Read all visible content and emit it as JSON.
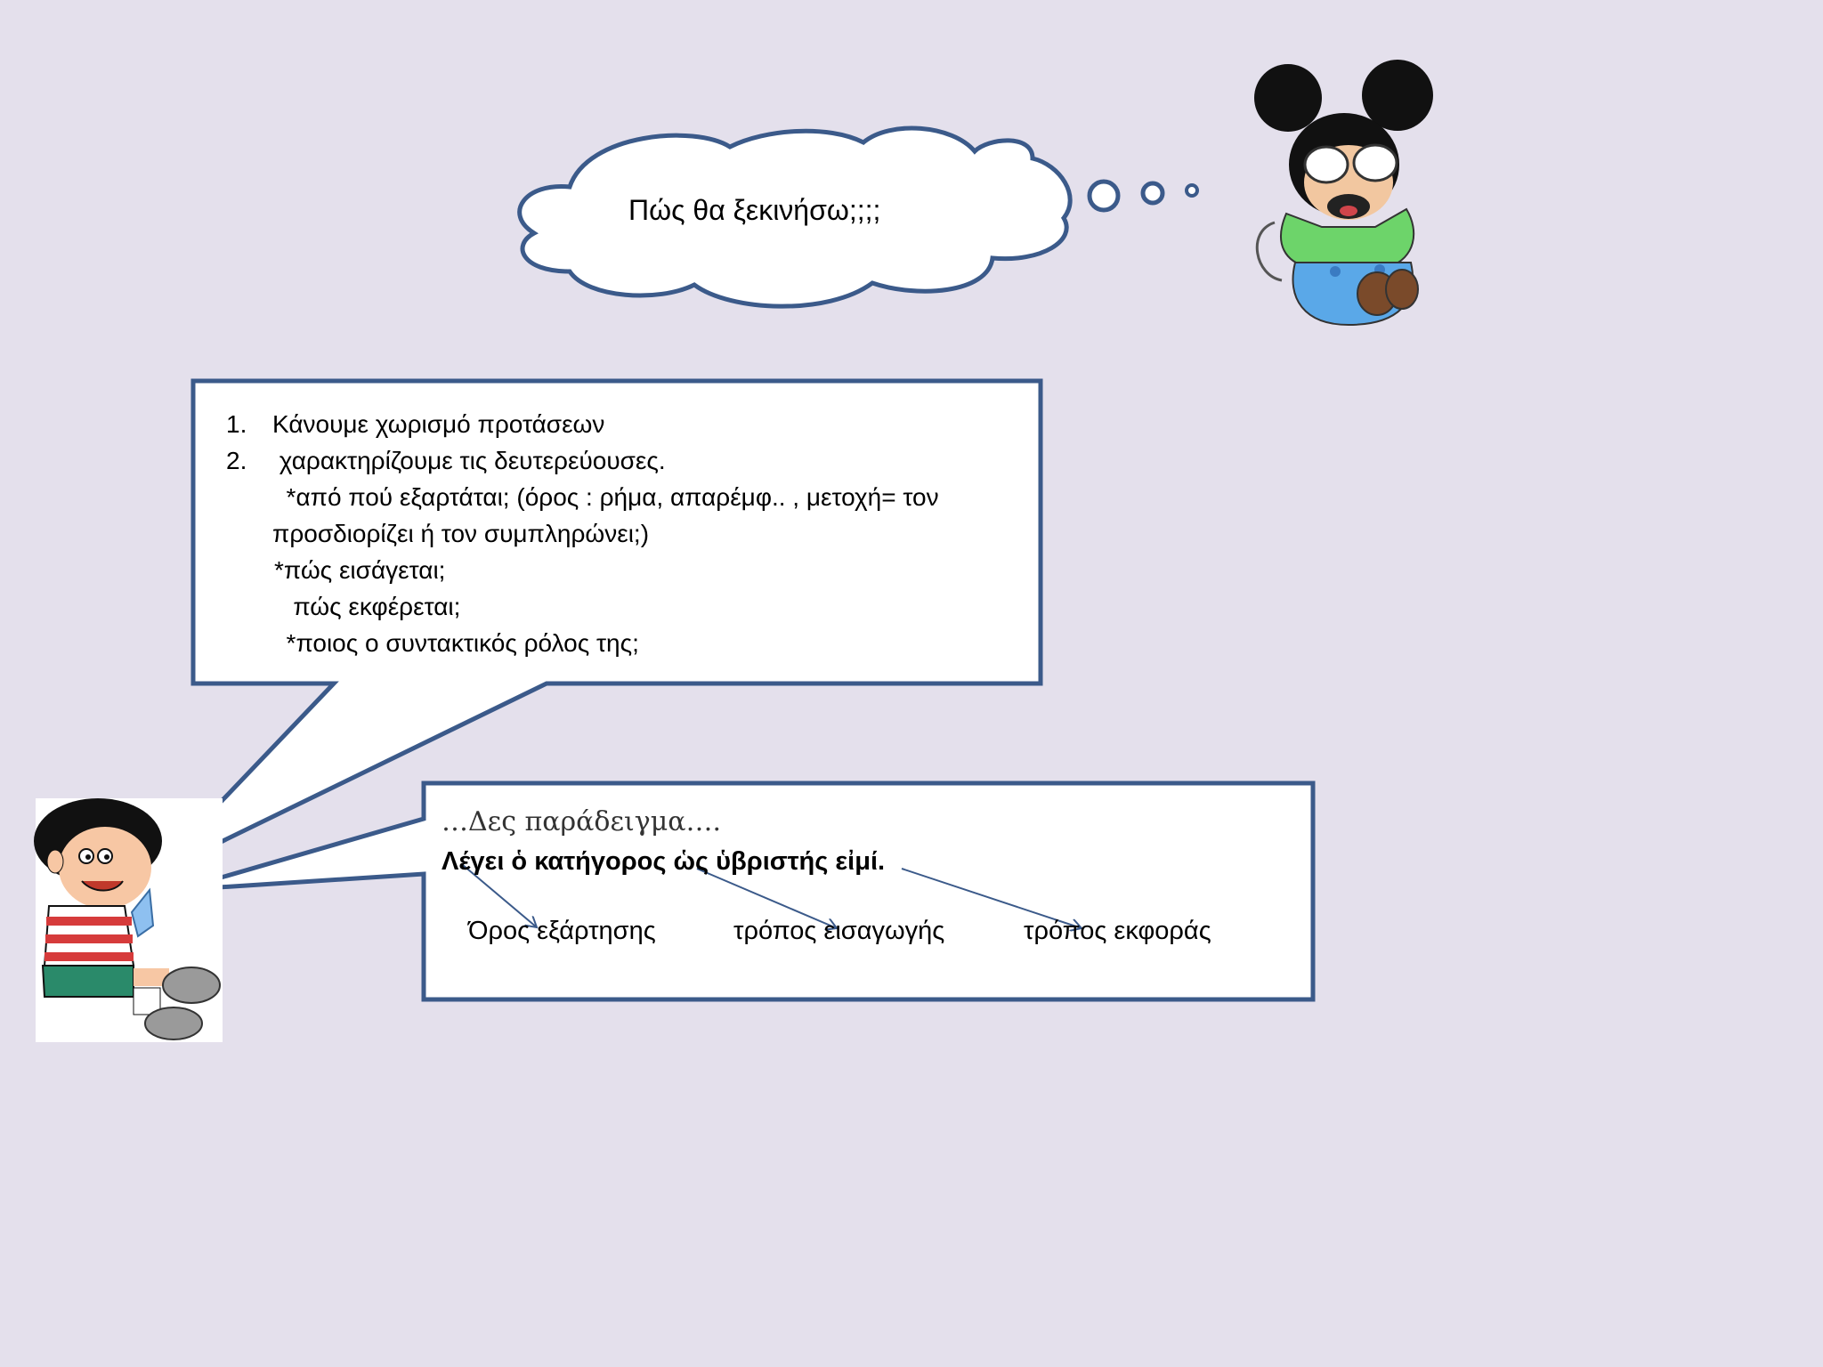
{
  "thought_bubble": {
    "text": "Πώς θα ξεκινήσω;;;;"
  },
  "main_box": {
    "items": [
      {
        "marker": "1.",
        "text": "Κάνουμε χωρισμό προτάσεων"
      },
      {
        "marker": "2.",
        "text": " χαρακτηρίζουμε τις δευτερεύουσες."
      }
    ],
    "details": [
      "  *από πού εξαρτάται; (όρος : ρήμα, απαρέμφ.. , μετοχή= τον",
      "προσδιορίζει ή τον συμπληρώνει;)",
      "*πώς εισάγεται;",
      "   πώς εκφέρεται;",
      "  *ποιος ο συντακτικός ρόλος της;"
    ]
  },
  "example_box": {
    "title": "…Δες παράδειγμα….",
    "sentence": "Λέγει ὁ κατήγορος ὡς ὑβριστής εἰμί.",
    "labels": [
      "Όρος εξάρτησης",
      "τρόπος εισαγωγής",
      "τρόπος εκφοράς"
    ]
  },
  "colors": {
    "background": "#e4e0ec",
    "outline": "#3b5a8a",
    "arrow": "#3b5a8a",
    "box_fill": "#ffffff"
  },
  "illustrations": [
    "mickey-mouse-peeking",
    "boy-reading-book"
  ]
}
